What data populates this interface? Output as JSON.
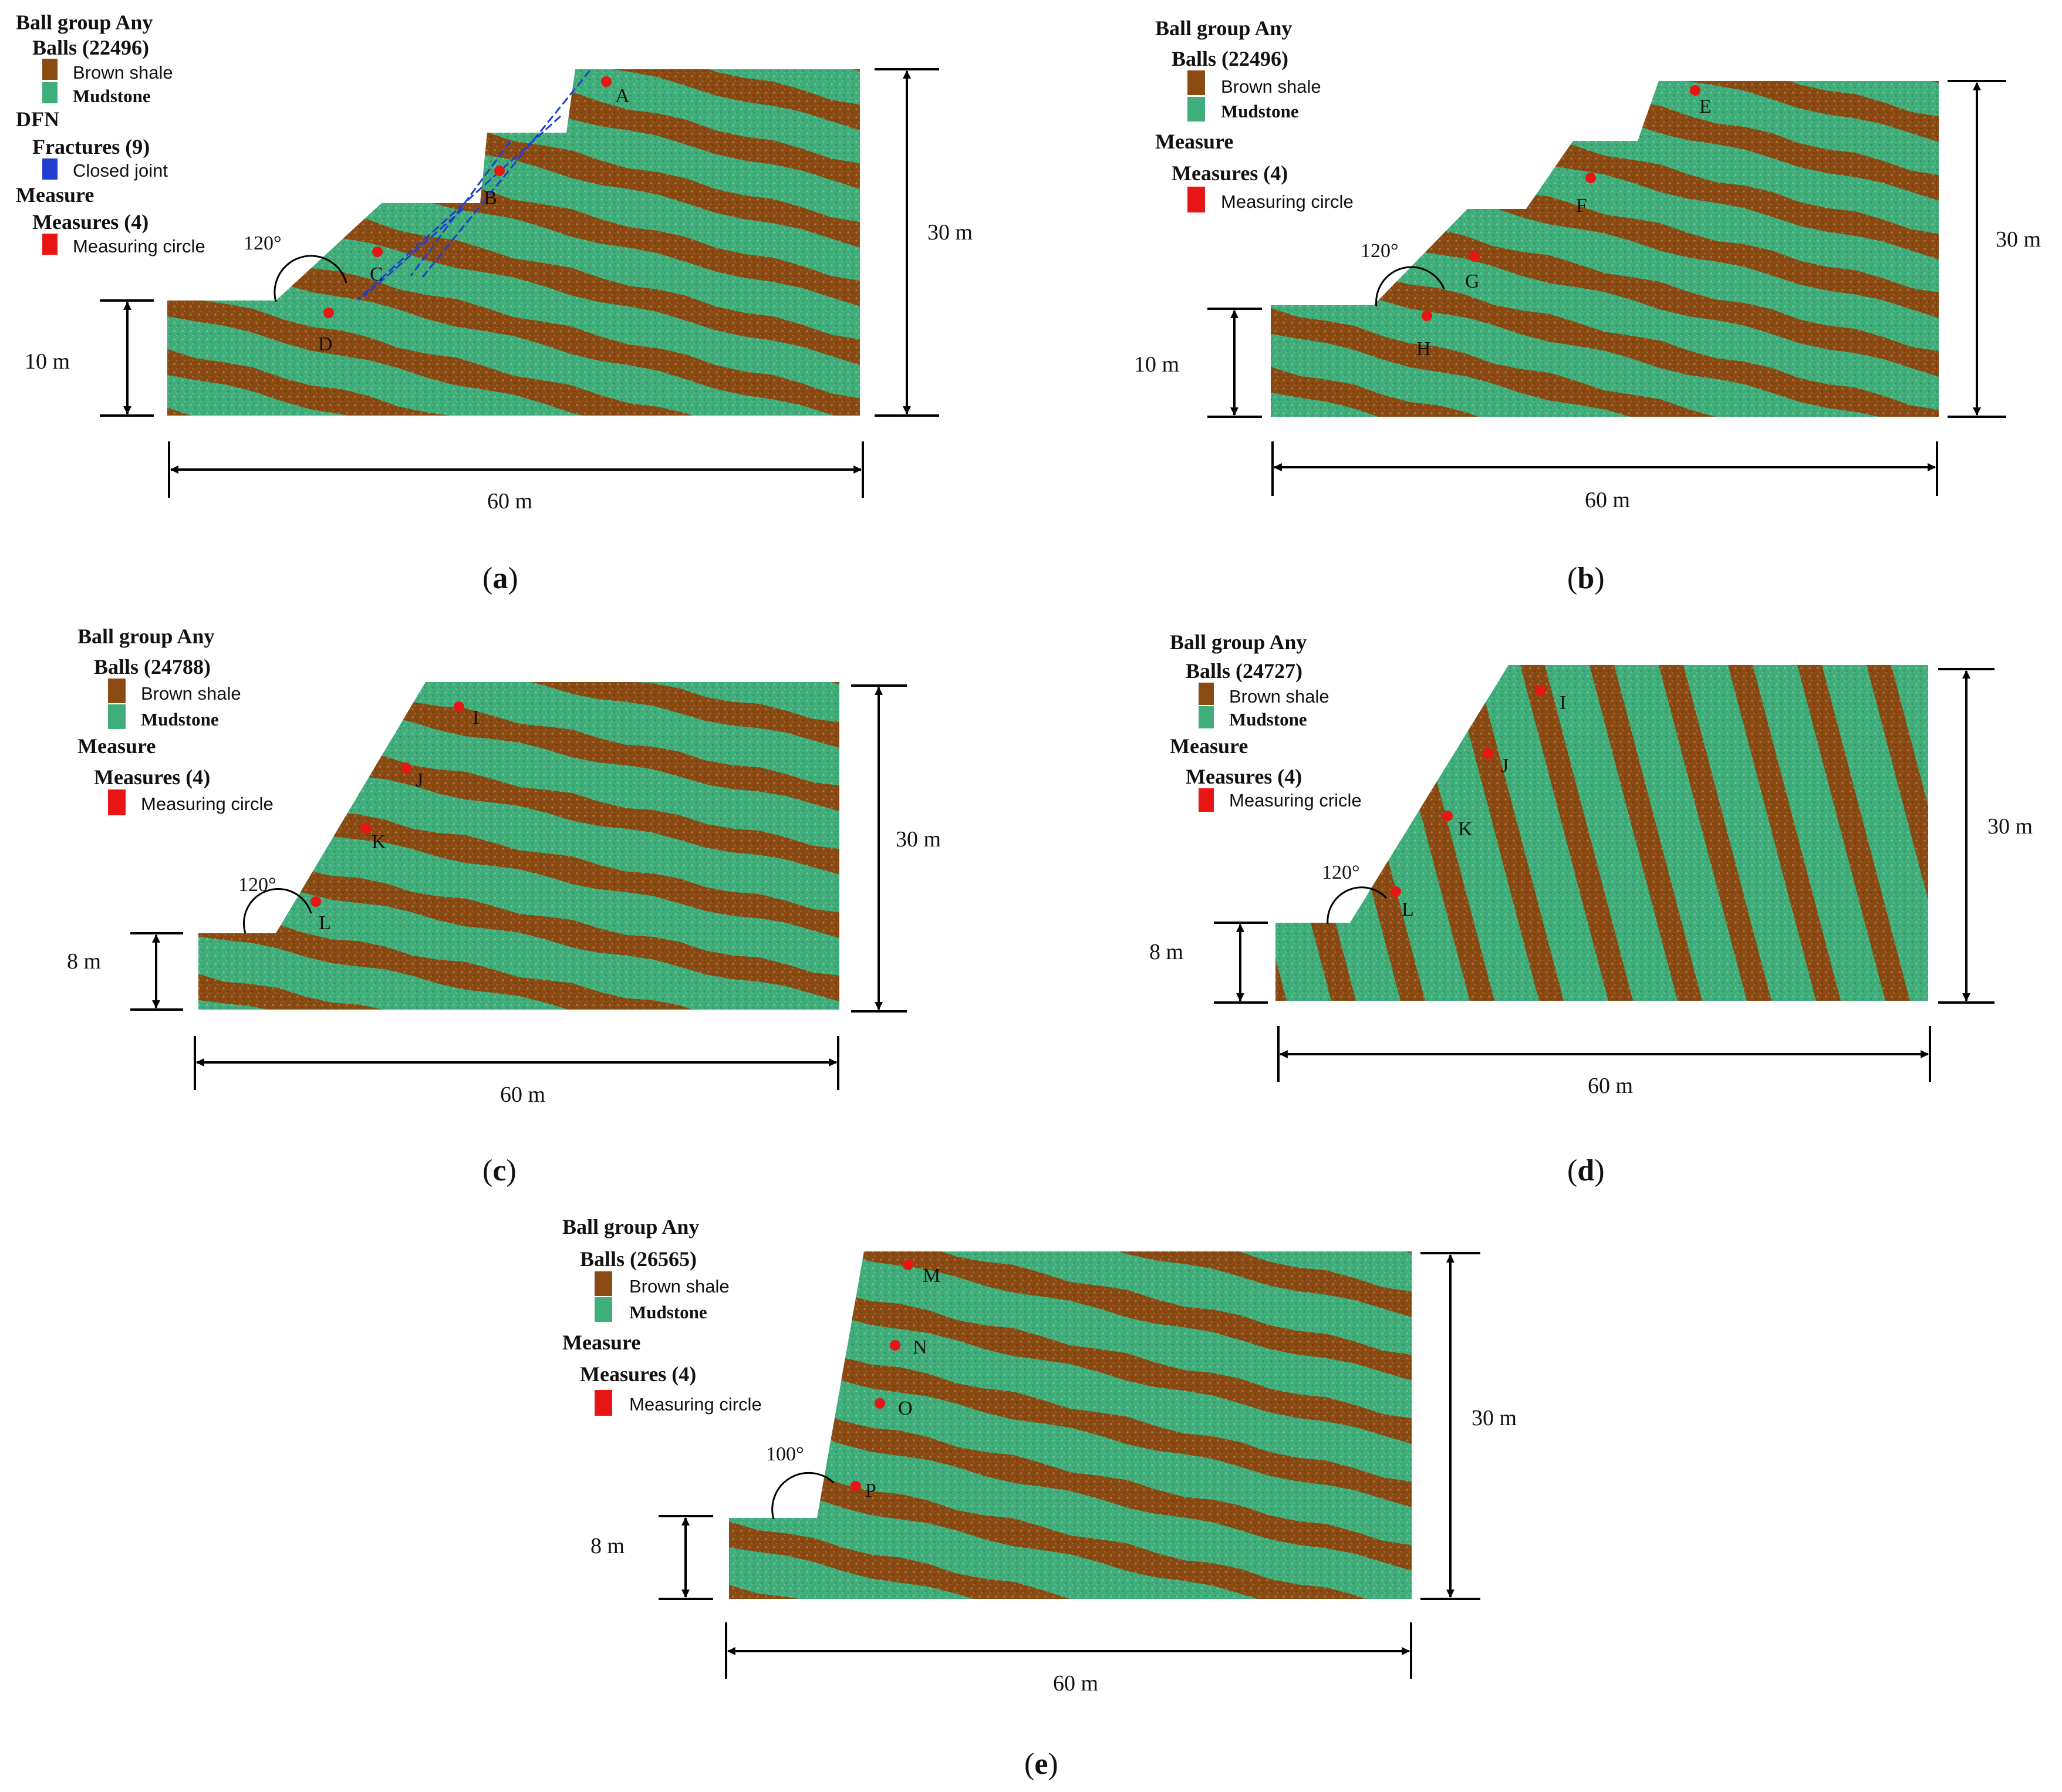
{
  "colors": {
    "mudstone": "#3fae7a",
    "mudstone_light": "#5cc993",
    "brown_shale": "#8a4a12",
    "closed_joint": "#1f3fd1",
    "measuring_circle": "#e81515",
    "dimension_line": "#000000"
  },
  "panels": [
    {
      "caption_letter": "a",
      "legend": {
        "group_title": "Ball group Any",
        "balls_label": "Balls (22496)",
        "items": [
          {
            "label": "Brown shale",
            "color": "#8a4a12",
            "font": "sans"
          },
          {
            "label": "Mudstone",
            "color": "#3fae7a",
            "font": "serif"
          }
        ],
        "dfn_title": "DFN",
        "fractures_label": "Fractures (9)",
        "fracture_items": [
          {
            "label": "Closed joint",
            "color": "#1f3fd1"
          }
        ],
        "measure_title": "Measure",
        "measures_label": "Measures (4)",
        "measure_items": [
          {
            "label": "Measuring circle",
            "color": "#e81515"
          }
        ]
      },
      "slope": {
        "shape": "stepped",
        "bench_count": 3,
        "joints": true
      },
      "points": [
        "A",
        "B",
        "C",
        "D"
      ],
      "angle": "120°",
      "height_small": "10 m",
      "height_total": "30 m",
      "width": "60 m"
    },
    {
      "caption_letter": "b",
      "legend": {
        "group_title": "Ball group Any",
        "balls_label": "Balls (22496)",
        "items": [
          {
            "label": "Brown shale",
            "color": "#8a4a12",
            "font": "sans"
          },
          {
            "label": "Mudstone",
            "color": "#3fae7a",
            "font": "serif"
          }
        ],
        "measure_title": "Measure",
        "measures_label": "Measures (4)",
        "measure_items": [
          {
            "label": "Measuring circle",
            "color": "#e81515"
          }
        ]
      },
      "slope": {
        "shape": "stepped",
        "bench_count": 3,
        "joints": false
      },
      "points": [
        "E",
        "F",
        "G",
        "H"
      ],
      "angle": "120°",
      "height_small": "10 m",
      "height_total": "30 m",
      "width": "60 m"
    },
    {
      "caption_letter": "c",
      "legend": {
        "group_title": "Ball group Any",
        "balls_label": "Balls (24788)",
        "items": [
          {
            "label": "Brown shale",
            "color": "#8a4a12",
            "font": "sans"
          },
          {
            "label": "Mudstone",
            "color": "#3fae7a",
            "font": "serif"
          }
        ],
        "measure_title": "Measure",
        "measures_label": "Measures (4)",
        "measure_items": [
          {
            "label": "Measuring circle",
            "color": "#e81515"
          }
        ]
      },
      "slope": {
        "shape": "straight",
        "layer_dip": "gentle"
      },
      "points": [
        "I",
        "J",
        "K",
        "L"
      ],
      "angle": "120°",
      "height_small": "8 m",
      "height_total": "30 m",
      "width": "60 m"
    },
    {
      "caption_letter": "d",
      "legend": {
        "group_title": "Ball group Any",
        "balls_label": "Balls (24727)",
        "items": [
          {
            "label": "Brown shale",
            "color": "#8a4a12",
            "font": "sans"
          },
          {
            "label": "Mudstone",
            "color": "#3fae7a",
            "font": "serif"
          }
        ],
        "measure_title": "Measure",
        "measures_label": "Measures (4)",
        "measure_items": [
          {
            "label": "Measuring cricle",
            "color": "#e81515"
          }
        ]
      },
      "slope": {
        "shape": "straight",
        "layer_dip": "steep"
      },
      "points": [
        "I",
        "J",
        "K",
        "L"
      ],
      "angle": "120°",
      "height_small": "8 m",
      "height_total": "30 m",
      "width": "60 m"
    },
    {
      "caption_letter": "e",
      "legend": {
        "group_title": "Ball group Any",
        "balls_label": "Balls (26565)",
        "items": [
          {
            "label": "Brown shale",
            "color": "#8a4a12",
            "font": "sans"
          },
          {
            "label": "Mudstone",
            "color": "#3fae7a",
            "font": "serif"
          }
        ],
        "measure_title": "Measure",
        "measures_label": "Measures (4)",
        "measure_items": [
          {
            "label": "Measuring circle",
            "color": "#e81515"
          }
        ]
      },
      "slope": {
        "shape": "straight",
        "layer_dip": "gentle"
      },
      "points": [
        "M",
        "N",
        "O",
        "P"
      ],
      "angle": "100°",
      "height_small": "8 m",
      "height_total": "30 m",
      "width": "60 m"
    }
  ]
}
